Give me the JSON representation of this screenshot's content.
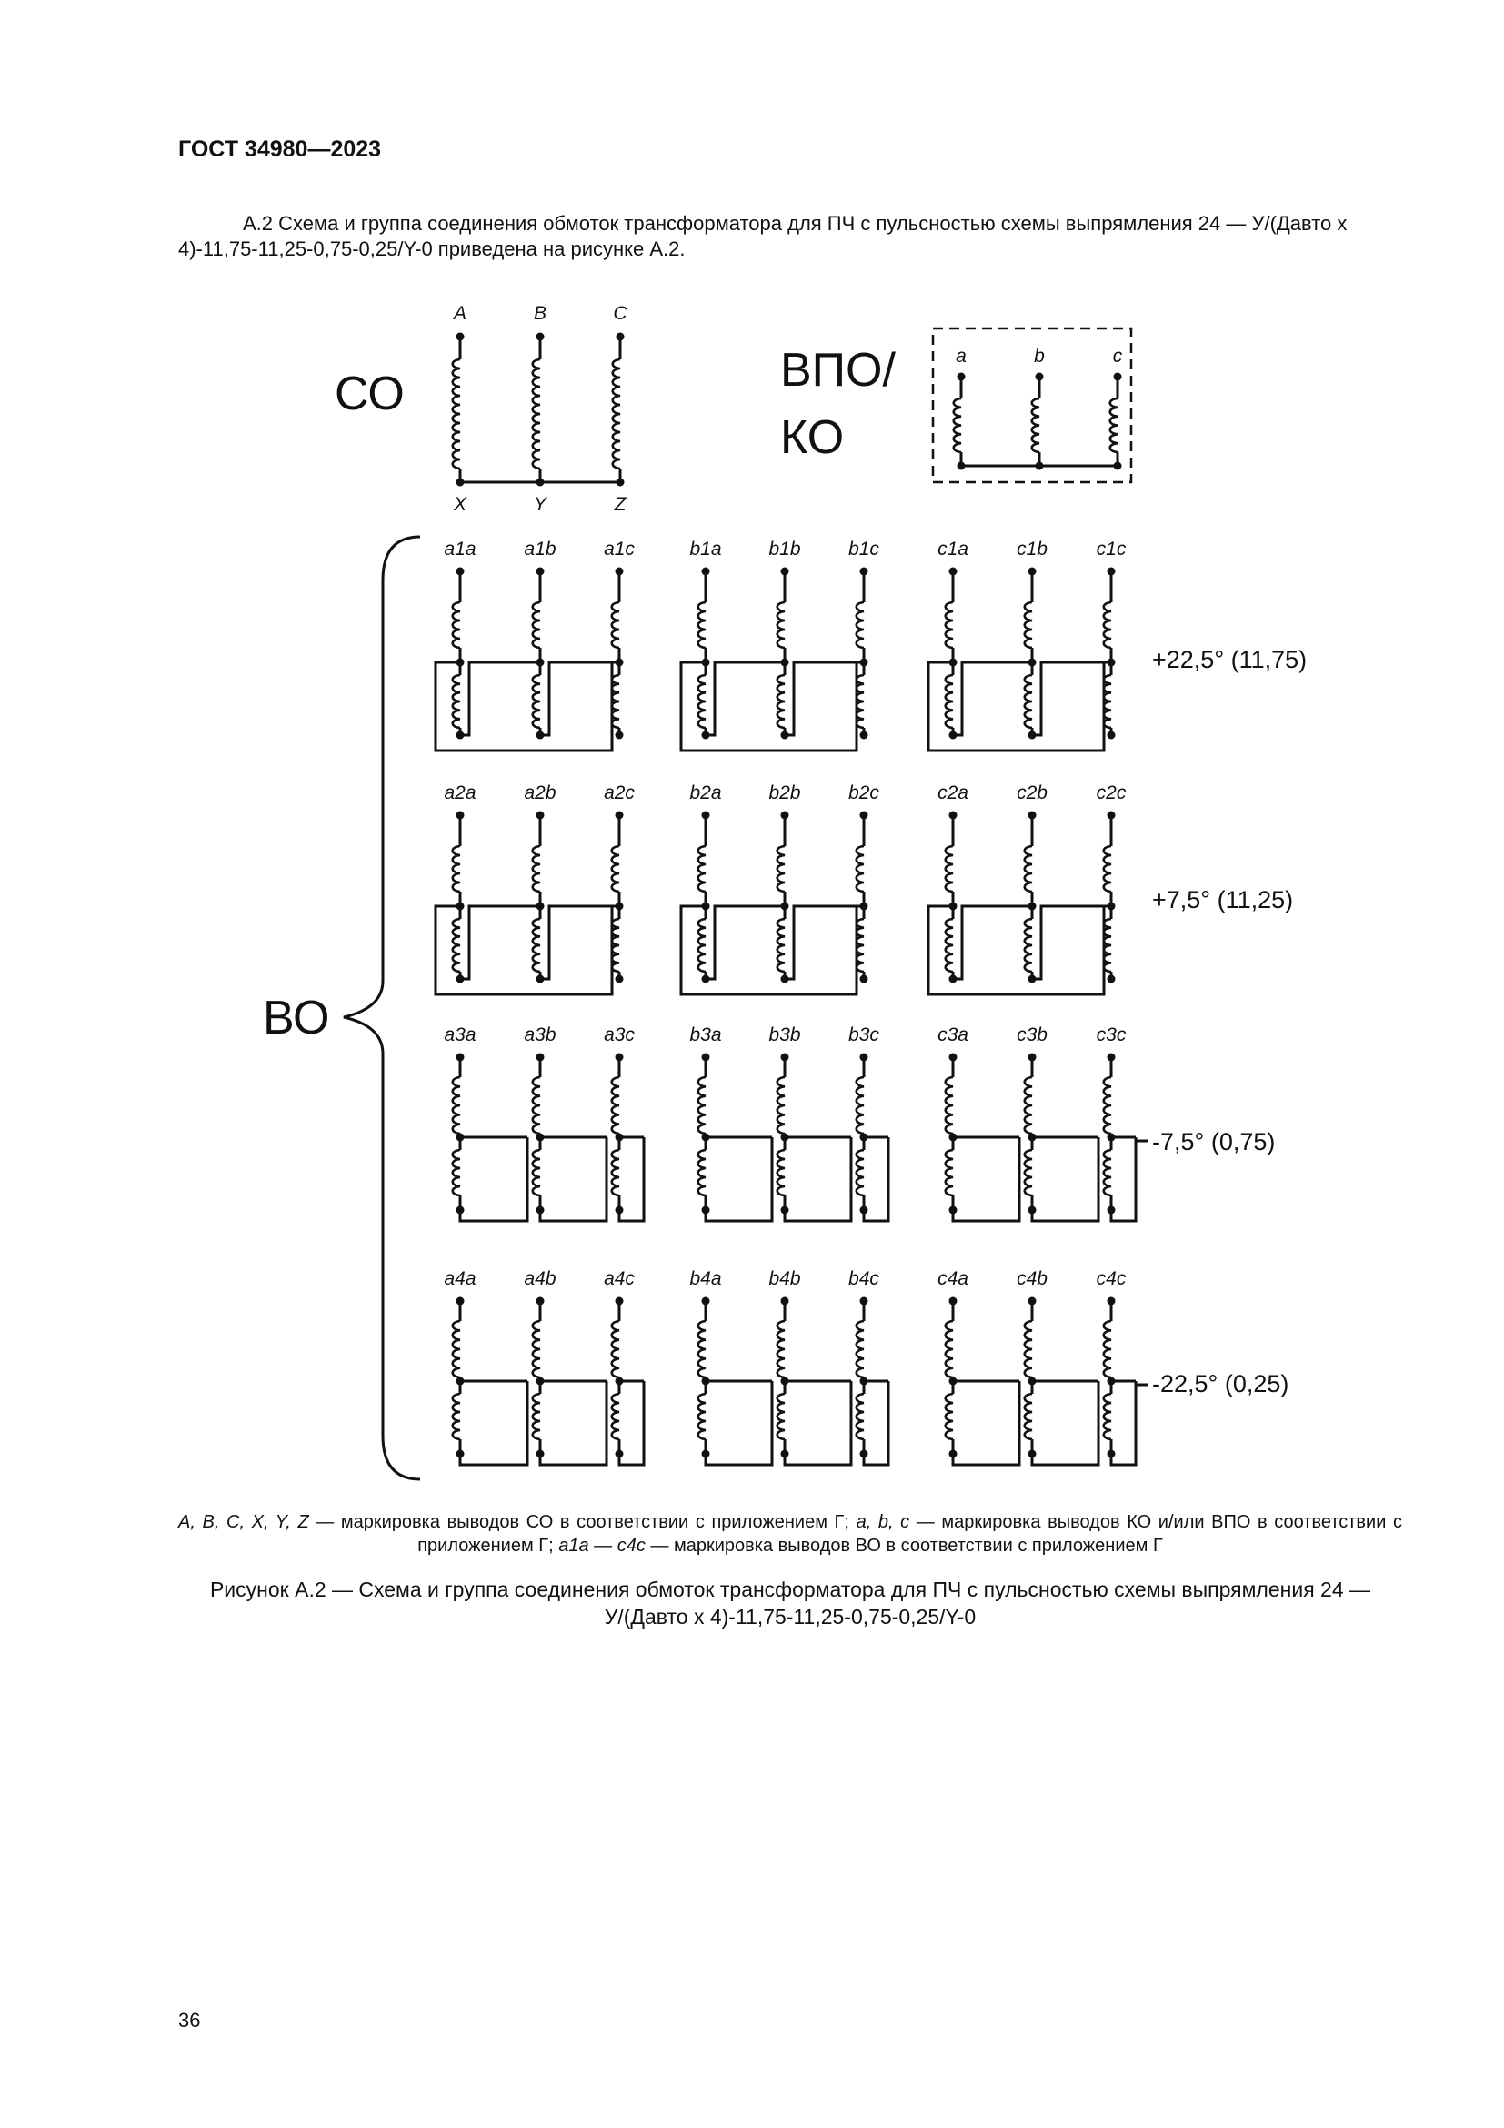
{
  "document": {
    "header": "ГОСТ 34980—2023",
    "intro": "А.2 Схема и группа соединения обмоток трансформатора для ПЧ с пульсностью схемы выпрямления 24 — У/(Давто х 4)-11,75-11,25-0,75-0,25/Y-0 приведена на рисунке А.2.",
    "legend": {
      "l1": "A, B, C, X, Y, Z",
      "t1": " — маркировка выводов СО в соответствии с приложением Г; ",
      "l2": "a, b, c",
      "t2": " — маркировка выводов КО и/или ВПО в соответствии с приложением Г; ",
      "l3": "a1a — c4c",
      "t3": " — маркировка выводов ВО в соответствии с приложением Г"
    },
    "caption": "Рисунок А.2 — Схема и группа соединения обмоток трансформатора для ПЧ с пульсностью схемы выпрямления 24 — У/(Давто х 4)-11,75-11,25-0,75-0,25/Y-0",
    "page_number": "36"
  },
  "diagram": {
    "co": {
      "label": "СО",
      "top_terminals": [
        "A",
        "B",
        "C"
      ],
      "bottom_terminals": [
        "X",
        "Y",
        "Z"
      ]
    },
    "vpo": {
      "label_line1": "ВПО/",
      "label_line2": "КО",
      "terminals": [
        "a",
        "b",
        "c"
      ]
    },
    "vo_label": "ВО",
    "rows": [
      {
        "angle": "+22,5° (11,75)",
        "groups": [
          [
            "a1a",
            "a1b",
            "a1c"
          ],
          [
            "b1a",
            "b1b",
            "b1c"
          ],
          [
            "c1a",
            "c1b",
            "c1c"
          ]
        ]
      },
      {
        "angle": "+7,5° (11,25)",
        "groups": [
          [
            "a2a",
            "a2b",
            "a2c"
          ],
          [
            "b2a",
            "b2b",
            "b2c"
          ],
          [
            "c2a",
            "c2b",
            "c2c"
          ]
        ]
      },
      {
        "angle": "-7,5° (0,75)",
        "groups": [
          [
            "a3a",
            "a3b",
            "a3c"
          ],
          [
            "b3a",
            "b3b",
            "b3c"
          ],
          [
            "c3a",
            "c3b",
            "c3c"
          ]
        ]
      },
      {
        "angle": "-22,5° (0,25)",
        "groups": [
          [
            "a4a",
            "a4b",
            "a4c"
          ],
          [
            "b4a",
            "b4b",
            "b4c"
          ],
          [
            "c4a",
            "c4b",
            "c4c"
          ]
        ]
      }
    ]
  }
}
